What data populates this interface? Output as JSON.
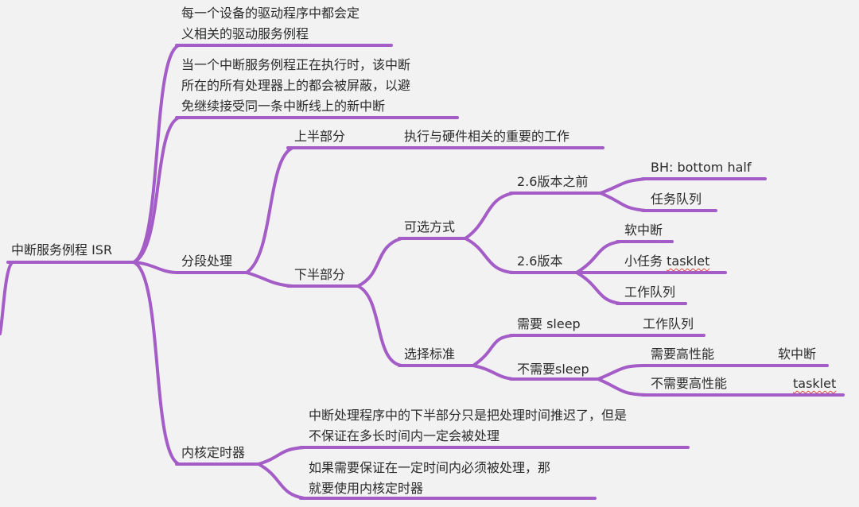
{
  "root": {
    "label": "中断服务例程 ISR"
  },
  "branches": {
    "driver": {
      "lines": [
        "每一个设备的驱动程序中都会定",
        "义相关的驱动服务例程"
      ]
    },
    "masking": {
      "lines": [
        "当一个中断服务例程正在执行时，该中断",
        "所在的所有处理器上的都会被屏蔽，以避",
        "免继续接受同一条中断线上的新中断"
      ]
    },
    "split": {
      "label": "分段处理",
      "top_half": {
        "label": "上半部分",
        "desc": "执行与硬件相关的重要的工作"
      },
      "bottom_half": {
        "label": "下半部分",
        "options": {
          "label": "可选方式",
          "before26": {
            "label": "2.6版本之前",
            "items": [
              "BH: bottom half",
              "任务队列"
            ]
          },
          "v26": {
            "label": "2.6版本",
            "items": [
              "软中断",
              "小任务",
              "tasklet",
              "工作队列"
            ]
          }
        },
        "criteria": {
          "label": "选择标准",
          "need_sleep": {
            "label": "需要 sleep",
            "result": "工作队列"
          },
          "no_sleep": {
            "label": "不需要sleep",
            "high_perf": {
              "label": "需要高性能",
              "result": "软中断"
            },
            "no_high_perf": {
              "label": "不需要高性能",
              "result": "tasklet"
            }
          }
        }
      }
    },
    "timer": {
      "label": "内核定时器",
      "notes": [
        [
          "中断处理程序中的下半部分只是把处理时间推迟了，但是",
          "不保证在多长时间内一定会被处理"
        ],
        [
          "如果需要保证在一定时间内必须被处理，那",
          "就要使用内核定时器"
        ]
      ]
    }
  },
  "colors": {
    "branch": "#a45cc7",
    "text": "#2b2b2b",
    "background": "#f2f2f2",
    "spellcheck": "#e0463c"
  }
}
